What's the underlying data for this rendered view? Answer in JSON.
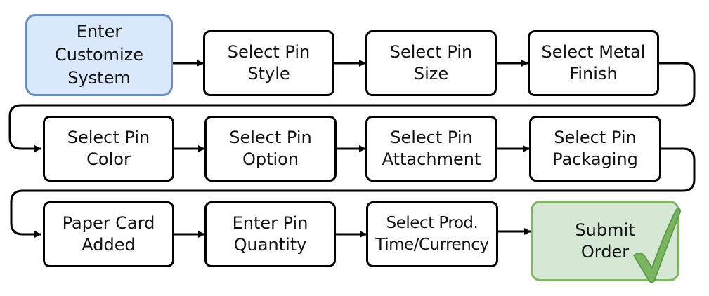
{
  "flowchart": {
    "nodes": [
      {
        "id": "enter-customize-system",
        "label": "Enter\nCustomize\nSystem",
        "kind": "start"
      },
      {
        "id": "select-pin-style",
        "label": "Select Pin\nStyle",
        "kind": "step"
      },
      {
        "id": "select-pin-size",
        "label": "Select Pin\nSize",
        "kind": "step"
      },
      {
        "id": "select-metal-finish",
        "label": "Select Metal\nFinish",
        "kind": "step"
      },
      {
        "id": "select-pin-color",
        "label": "Select Pin\nColor",
        "kind": "step"
      },
      {
        "id": "select-pin-option",
        "label": "Select Pin\nOption",
        "kind": "step"
      },
      {
        "id": "select-pin-attachment",
        "label": "Select Pin\nAttachment",
        "kind": "step"
      },
      {
        "id": "select-pin-packaging",
        "label": "Select Pin\nPackaging",
        "kind": "step"
      },
      {
        "id": "paper-card-added",
        "label": "Paper Card\nAdded",
        "kind": "step"
      },
      {
        "id": "enter-pin-quantity",
        "label": "Enter Pin\nQuantity",
        "kind": "step"
      },
      {
        "id": "select-prod-time-currency",
        "label": "Select Prod.\nTime/Currency",
        "kind": "step"
      },
      {
        "id": "submit-order",
        "label": "Submit\nOrder",
        "kind": "end"
      }
    ],
    "edges": [
      {
        "from": "enter-customize-system",
        "to": "select-pin-style"
      },
      {
        "from": "select-pin-style",
        "to": "select-pin-size"
      },
      {
        "from": "select-pin-size",
        "to": "select-metal-finish"
      },
      {
        "from": "select-metal-finish",
        "to": "select-pin-color"
      },
      {
        "from": "select-pin-color",
        "to": "select-pin-option"
      },
      {
        "from": "select-pin-option",
        "to": "select-pin-attachment"
      },
      {
        "from": "select-pin-attachment",
        "to": "select-pin-packaging"
      },
      {
        "from": "select-pin-packaging",
        "to": "paper-card-added"
      },
      {
        "from": "paper-card-added",
        "to": "enter-pin-quantity"
      },
      {
        "from": "enter-pin-quantity",
        "to": "select-prod-time-currency"
      },
      {
        "from": "select-prod-time-currency",
        "to": "submit-order"
      }
    ],
    "colors": {
      "start_fill": "#dae8fc",
      "start_border": "#6c8ebf",
      "end_fill": "#d5e8d4",
      "end_border": "#82b366",
      "check_mark": "#7ab662",
      "line": "#000000"
    },
    "icons": {
      "submit": "check-mark-icon"
    }
  }
}
